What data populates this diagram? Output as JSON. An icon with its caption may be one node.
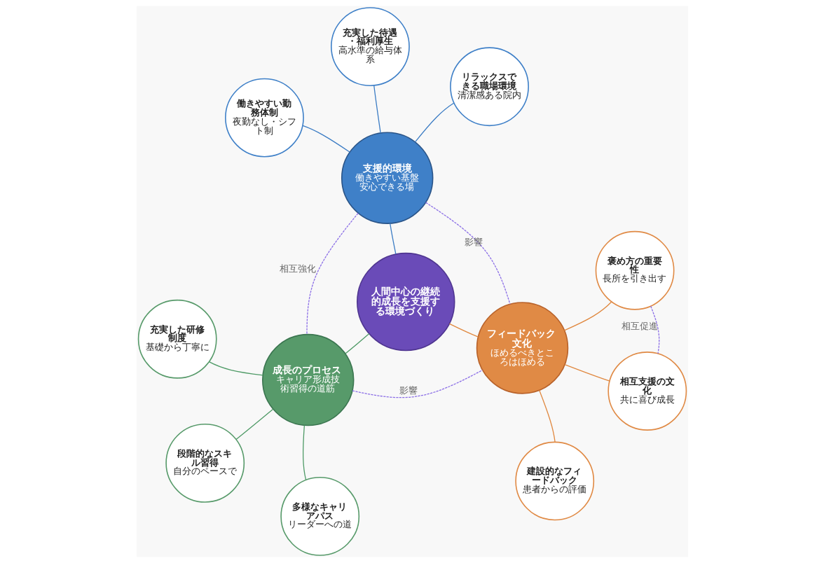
{
  "diagram": {
    "nodes": [
      {
        "text": [
          "人間中心の継続的成長を支援する環境づくり"
        ]
      },
      {
        "text": [
          "支援的環境",
          "働きやすい基盤安心できる場"
        ]
      },
      {
        "text": [
          "リラックスできる職場環境",
          "清潔感ある院内"
        ]
      },
      {
        "text": [
          "働きやすい勤務体制",
          "夜勤なし・シフト制"
        ]
      },
      {
        "text": [
          "充実した待遇・福利厚生",
          "高水準の給与体系"
        ]
      },
      {
        "text": [
          "成長のプロセス",
          "キャリア形成技術習得の道筋"
        ]
      },
      {
        "text": [
          "充実した研修制度",
          "基礎から丁寧に"
        ]
      },
      {
        "text": [
          "多様なキャリアパス",
          "リーダーへの道"
        ]
      },
      {
        "text": [
          "段階的なスキル習得",
          "自分のペースで"
        ]
      },
      {
        "text": [
          "フィードバック文化",
          "ほめるべきところはほめる"
        ]
      },
      {
        "text": [
          "建設的なフィードバック",
          "患者からの評価"
        ]
      },
      {
        "text": [
          "褒め方の重要性",
          "長所を引き出す"
        ]
      },
      {
        "text": [
          "相互支援の文化",
          "共に喜び成長"
        ]
      }
    ],
    "edges": [
      {
        "from": 0,
        "to": 1,
        "arrow": "none",
        "color": "#3b7cc4"
      },
      {
        "from": 0,
        "to": 5,
        "arrow": "none",
        "color": "#4e9a66"
      },
      {
        "from": 0,
        "to": 9,
        "arrow": "none",
        "color": "#e0883f"
      },
      {
        "from": 1,
        "to": 2,
        "arrow": "none",
        "color": "#3b7cc4"
      },
      {
        "from": 1,
        "to": 3,
        "arrow": "none",
        "color": "#3b7cc4"
      },
      {
        "from": 1,
        "to": 4,
        "arrow": "none",
        "color": "#3b7cc4"
      },
      {
        "from": 5,
        "to": 6,
        "arrow": "none",
        "color": "#4e9a66"
      },
      {
        "from": 5,
        "to": 7,
        "arrow": "none",
        "color": "#4e9a66"
      },
      {
        "from": 5,
        "to": 8,
        "arrow": "none",
        "color": "#4e9a66"
      },
      {
        "from": 9,
        "to": 10,
        "arrow": "none",
        "color": "#e0883f"
      },
      {
        "from": 9,
        "to": 11,
        "arrow": "none",
        "color": "#e0883f"
      },
      {
        "from": 9,
        "to": 12,
        "arrow": "none",
        "color": "#e0883f"
      },
      {
        "from": 1,
        "to": 5,
        "arrow": "none",
        "label": "相互強化",
        "style": "dashed",
        "color": "#8b6ee6"
      },
      {
        "from": 1,
        "to": 9,
        "arrow": "none",
        "label": "影響",
        "style": "dashed",
        "color": "#8b6ee6"
      },
      {
        "from": 5,
        "to": 9,
        "arrow": "none",
        "label": "影響",
        "style": "dashed",
        "color": "#8b6ee6"
      },
      {
        "from": 11,
        "to": 12,
        "arrow": "none",
        "label": "相互促進",
        "style": "dashed",
        "color": "#8b6ee6"
      }
    ]
  }
}
